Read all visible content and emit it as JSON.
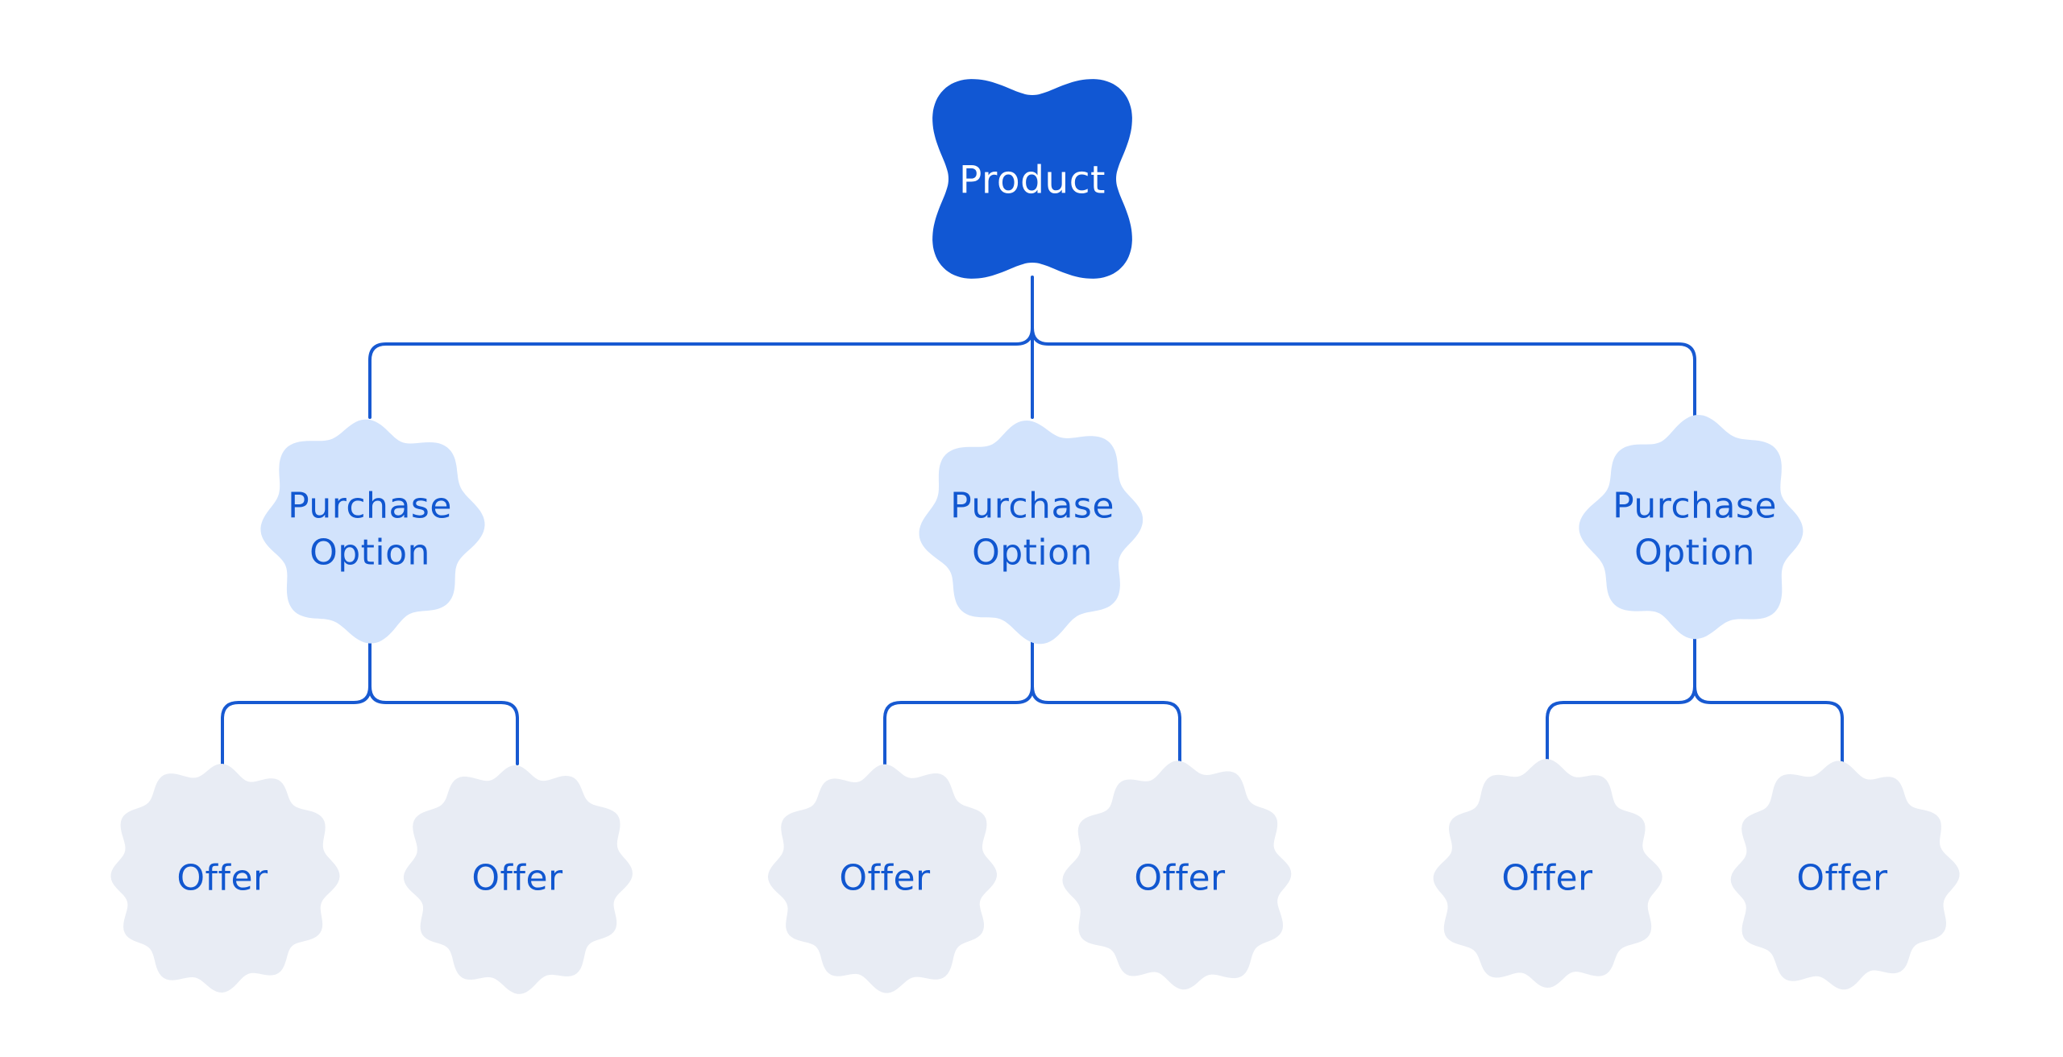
{
  "colors": {
    "background": "#ffffff",
    "line": "#1759d1",
    "product_fill": "#1157d3",
    "product_text": "#ffffff",
    "purchase_fill": "#d2e3fc",
    "offer_fill": "#e8ecf4",
    "label_text": "#1157d0"
  },
  "nodes": {
    "product": {
      "label": "Product"
    },
    "purchase_options": [
      {
        "line1": "Purchase",
        "line2": "Option"
      },
      {
        "line1": "Purchase",
        "line2": "Option"
      },
      {
        "line1": "Purchase",
        "line2": "Option"
      }
    ],
    "offers": [
      {
        "label": "Offer"
      },
      {
        "label": "Offer"
      },
      {
        "label": "Offer"
      },
      {
        "label": "Offer"
      },
      {
        "label": "Offer"
      },
      {
        "label": "Offer"
      }
    ]
  }
}
